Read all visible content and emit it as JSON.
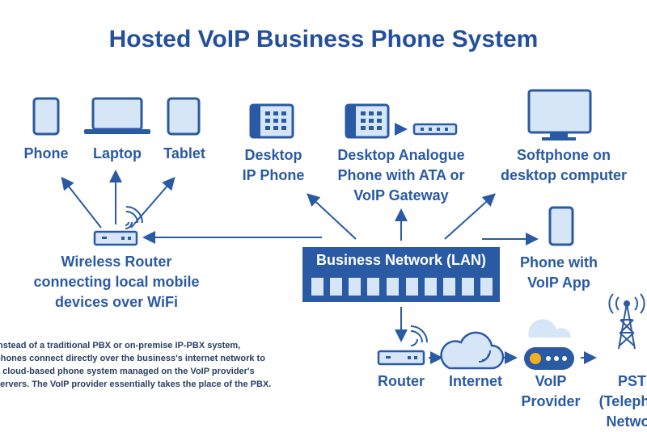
{
  "title": "Hosted VoIP Business Phone System",
  "devices": {
    "phone": "Phone",
    "laptop": "Laptop",
    "tablet": "Tablet",
    "desktop_ip_phone": "Desktop\nIP Phone",
    "analogue_phone": "Desktop Analogue\nPhone with ATA or\nVoIP Gateway",
    "softphone": "Softphone on\ndesktop computer",
    "wireless_router": "Wireless Router\nconnecting local mobile\ndevices over WiFi",
    "lan": "Business Network (LAN)",
    "phone_app": "Phone with\nVoIP App",
    "router": "Router",
    "internet": "Internet",
    "voip_provider": "VoIP\nProvider",
    "pstn": "PSTN\n(Telephone\nNetwork)"
  },
  "note": "Instead of a traditional PBX or on-premise IP-PBX system,\nphones connect directly over the business's internet network to\na cloud-based phone system managed on the VoIP provider's\nservers. The VoIP provider essentially takes the place of the PBX.",
  "colors": {
    "primary": "#2a5aa3",
    "light": "#d6e6f7",
    "dark": "#234f9c",
    "accent": "#f2b01e"
  }
}
